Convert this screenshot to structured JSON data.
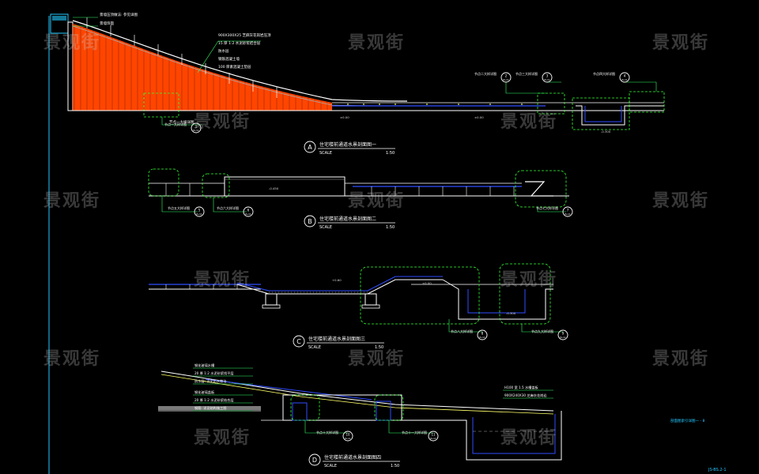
{
  "watermark": "景观街",
  "colors": {
    "background": "#000000",
    "outline": "#ffffff",
    "section_blue": "#2f4cff",
    "dashed_green": "#33ff33",
    "fill_orange": "#ff4500",
    "leader_green": "#33ff66",
    "cyan": "#22c8ff",
    "yellow": "#ffff66",
    "red": "#ff3333",
    "magenta": "#ff33ff"
  },
  "sections": [
    {
      "letter": "A",
      "title": "住宅楼前通道水景剖面图一",
      "scale_label": "SCALE",
      "scale": "1:50"
    },
    {
      "letter": "B",
      "title": "住宅楼前通道水景剖面图二",
      "scale_label": "SCALE",
      "scale": "1:50"
    },
    {
      "letter": "C",
      "title": "住宅楼前通道水景剖面图三",
      "scale_label": "SCALE",
      "scale": "1:50"
    },
    {
      "letter": "D",
      "title": "住宅楼前通道水景剖面图四",
      "scale_label": "SCALE",
      "scale": "1:50"
    }
  ],
  "annotations_a": [
    "景墙压顶做法: 参见详图",
    "景墙饰面",
    "900X300X25 芝麻灰花岗岩压顶",
    "15 厚 1:2 水泥砂浆结合层",
    "防水层",
    "钢筋混凝土墙",
    "100 厚素混凝土垫层",
    "节点一大样详图"
  ],
  "detail_tags": [
    {
      "num": "1",
      "sheet": "JS-11",
      "label": "节点一大样详图"
    },
    {
      "num": "2",
      "sheet": "JS-11",
      "label": "节点二大样详图"
    },
    {
      "num": "3",
      "sheet": "JS-11",
      "label": "节点三大样详图"
    },
    {
      "num": "4",
      "sheet": "JS-11",
      "label": "节点四大样详图"
    },
    {
      "num": "5",
      "sheet": "JS-11",
      "label": "节点五大样详图"
    },
    {
      "num": "6",
      "sheet": "JS-11",
      "label": "节点六大样详图"
    },
    {
      "num": "7",
      "sheet": "JS-11",
      "label": "节点七大样详图"
    },
    {
      "num": "8",
      "sheet": "JS-11",
      "label": "节点八大样详图"
    },
    {
      "num": "9",
      "sheet": "JS-11",
      "label": "节点九大样详图"
    },
    {
      "num": "10",
      "sheet": "JS-11",
      "label": "节点十大样详图"
    },
    {
      "num": "11",
      "sheet": "JS-11",
      "label": "节点十一大样详图"
    }
  ],
  "annotations_d": [
    "钢化玻璃水槽",
    "20 厚 1:2 水泥砂浆找平层",
    "防水层: 详见防水做法",
    "钢化玻璃盖板",
    "20 厚 1:2 水泥砂浆结合层",
    "钢筋: 详见结构施工图",
    "H100 宽 1.5 水槽盖板",
    "900X240X30 芝麻灰花岗岩"
  ],
  "small_labels": [
    "±0.00",
    "±0.00",
    "-0.300",
    "-0.450",
    "+0.60",
    "±0.00",
    "-0.300"
  ],
  "side_note": "剖面图索引详图一 - 8",
  "sheet_number": "JS-BS.2-1"
}
